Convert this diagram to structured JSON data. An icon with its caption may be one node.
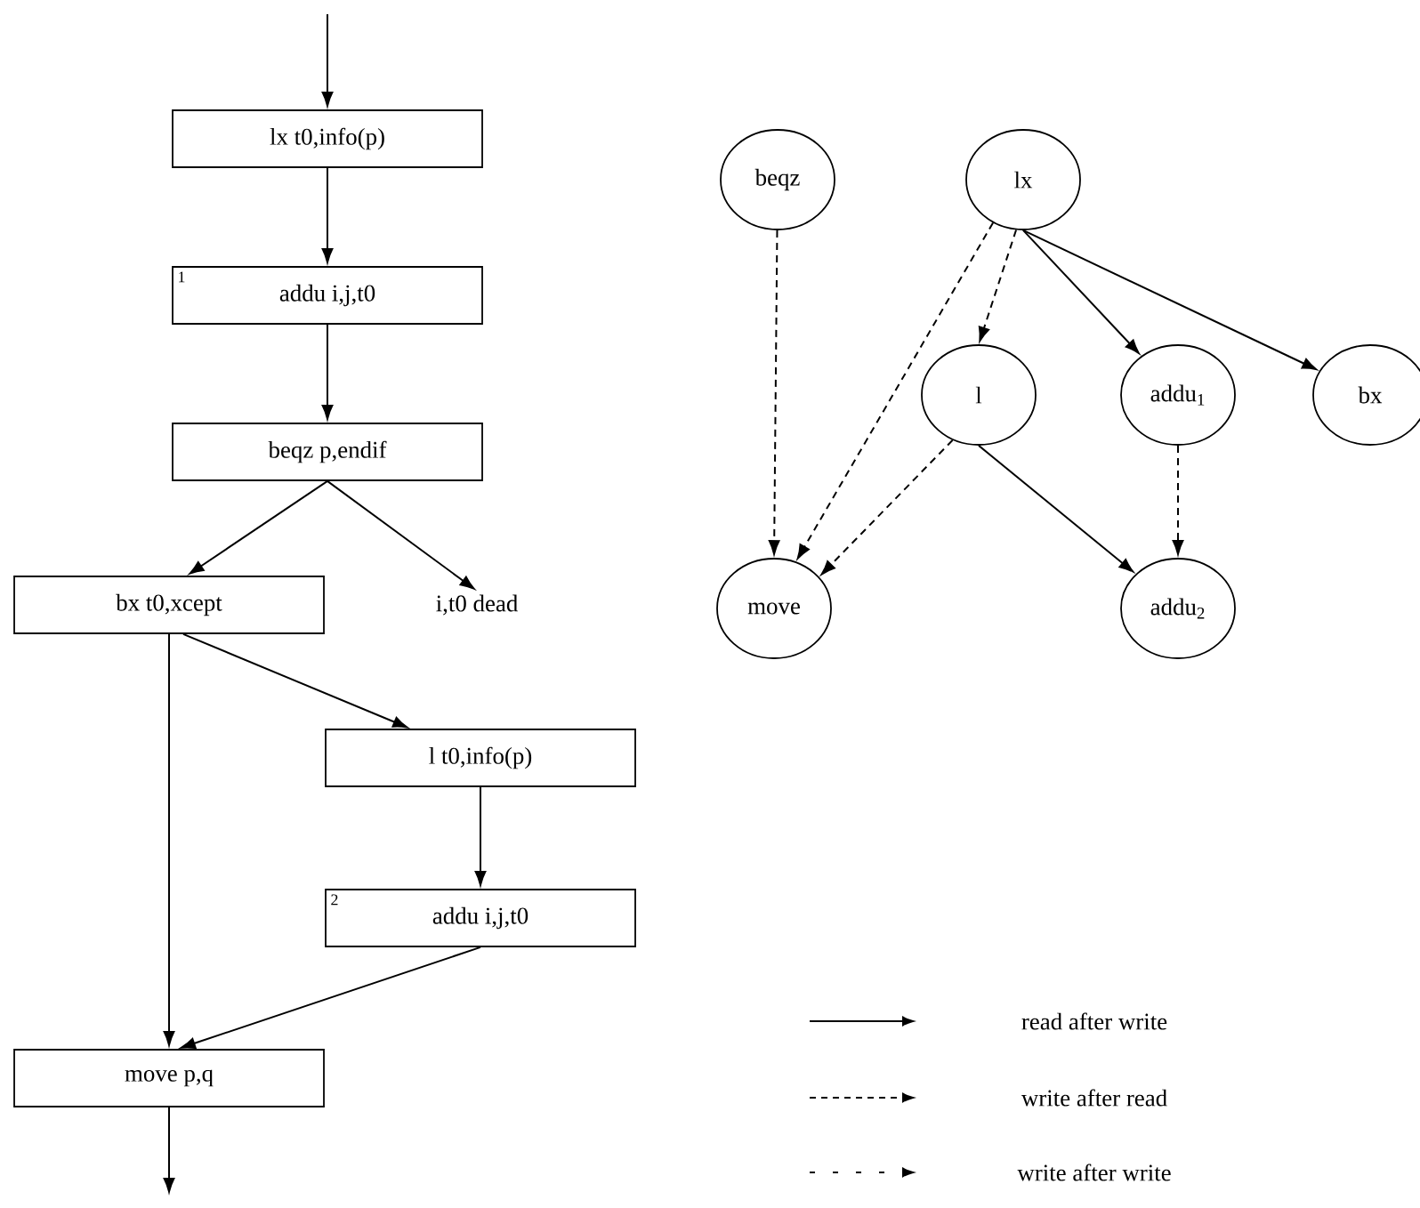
{
  "diagram": {
    "nodes": [
      {
        "text": [
          "lx t0,info(p)"
        ]
      },
      {
        "text": [
          "1",
          "addu i,j,t0"
        ]
      },
      {
        "text": [
          "beqz p,endif"
        ]
      },
      {
        "text": [
          "bx t0,xcept"
        ]
      },
      {
        "text": [
          "i,t0 dead"
        ]
      },
      {
        "text": [
          "l t0,info(p)"
        ]
      },
      {
        "text": [
          "2",
          "addu i,j,t0"
        ]
      },
      {
        "text": [
          "move p,q"
        ]
      },
      {
        "text": [
          "beqz"
        ]
      },
      {
        "text": [
          "lx"
        ]
      },
      {
        "text": [
          "l"
        ]
      },
      {
        "text": [
          "addu$_{1}$"
        ]
      },
      {
        "text": [
          "bx"
        ]
      },
      {
        "text": [
          "move"
        ]
      },
      {
        "text": [
          "addu$_{2}$"
        ]
      }
    ],
    "edges": [
      {
        "from": null,
        "to": 0,
        "arrow": "to"
      },
      {
        "from": 0,
        "to": 1,
        "arrow": "to"
      },
      {
        "from": 1,
        "to": 2,
        "arrow": "to"
      },
      {
        "from": 2,
        "to": 3,
        "arrow": "to"
      },
      {
        "from": 2,
        "to": 4,
        "arrow": "to"
      },
      {
        "from": 3,
        "to": 5,
        "arrow": "to"
      },
      {
        "from": 3,
        "to": 7,
        "arrow": "to"
      },
      {
        "from": 5,
        "to": 6,
        "arrow": "to"
      },
      {
        "from": 6,
        "to": 7,
        "arrow": "to"
      },
      {
        "from": 7,
        "to": null,
        "arrow": "to"
      },
      {
        "from": 8,
        "to": 13,
        "arrow": "to",
        "style": "dashed"
      },
      {
        "from": 9,
        "to": 13,
        "arrow": "to",
        "style": "dashed"
      },
      {
        "from": 9,
        "to": 10,
        "arrow": "to",
        "style": "dashed"
      },
      {
        "from": 9,
        "to": 11,
        "arrow": "to"
      },
      {
        "from": 9,
        "to": 12,
        "arrow": "to"
      },
      {
        "from": 10,
        "to": 13,
        "arrow": "to",
        "style": "dashed"
      },
      {
        "from": 10,
        "to": 14,
        "arrow": "to"
      },
      {
        "from": 11,
        "to": 14,
        "arrow": "to",
        "style": "dashed"
      }
    ],
    "legend": [
      {
        "text": "read after write"
      },
      {
        "text": "write after read"
      },
      {
        "text": "write after write"
      }
    ]
  }
}
